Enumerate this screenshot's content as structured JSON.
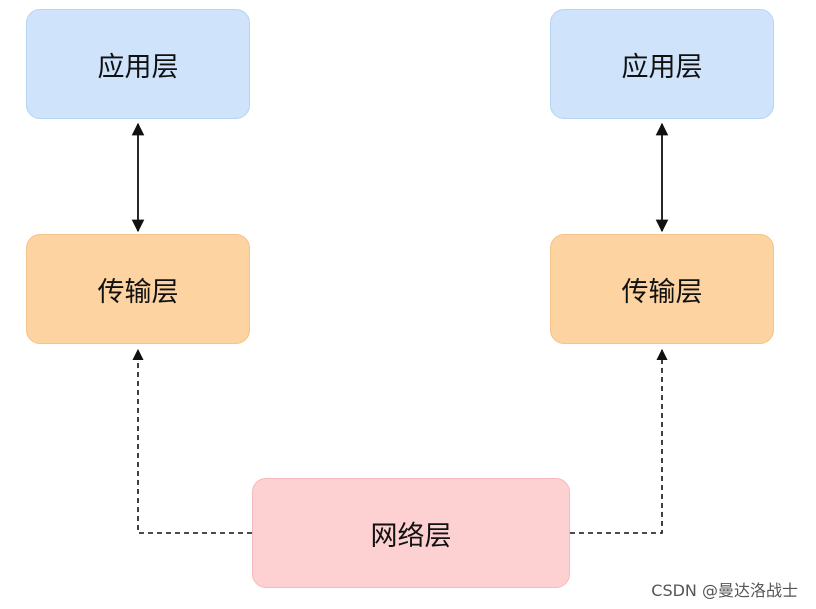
{
  "diagram": {
    "left_stack": {
      "application_label": "应用层",
      "transport_label": "传输层"
    },
    "right_stack": {
      "application_label": "应用层",
      "transport_label": "传输层"
    },
    "network_label": "网络层",
    "colors": {
      "application_fill": "#cfe3fb",
      "transport_fill": "#fcd3a1",
      "network_fill": "#fdd0d2",
      "arrow": "#111111"
    }
  },
  "watermark": "CSDN @曼达洛战士"
}
